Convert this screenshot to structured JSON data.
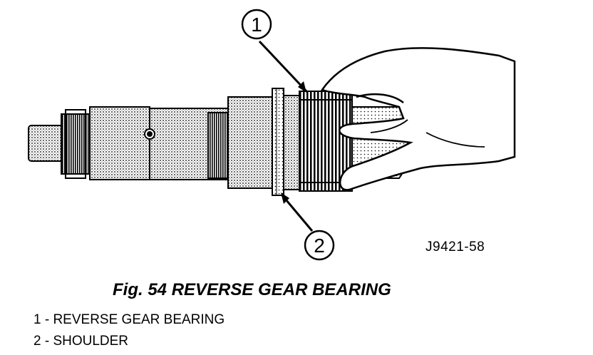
{
  "figure": {
    "code": "J9421-58",
    "caption": "Fig. 54 REVERSE GEAR BEARING",
    "callouts": [
      {
        "number": "1"
      },
      {
        "number": "2"
      }
    ]
  },
  "legend": [
    {
      "text": "1 - REVERSE GEAR BEARING"
    },
    {
      "text": "2 - SHOULDER"
    }
  ]
}
